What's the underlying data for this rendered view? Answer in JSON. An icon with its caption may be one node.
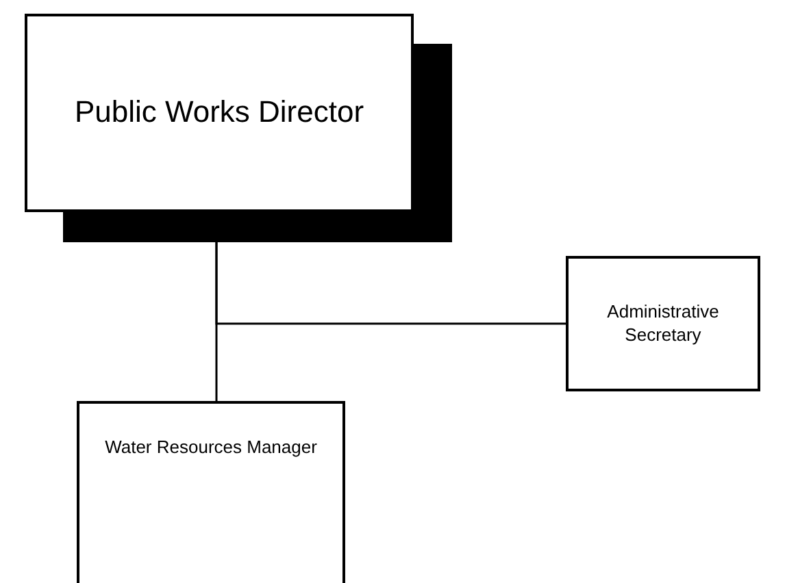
{
  "diagram": {
    "nodes": [
      {
        "text": [
          "Public Works Director"
        ]
      },
      {
        "text": [
          "Administrative Secretary"
        ]
      },
      {
        "text": [
          "Water Resources Manager"
        ]
      }
    ],
    "edges": [
      {
        "from": 0,
        "to": 1,
        "arrow": "none"
      },
      {
        "from": 0,
        "to": 2,
        "arrow": "none"
      }
    ]
  }
}
